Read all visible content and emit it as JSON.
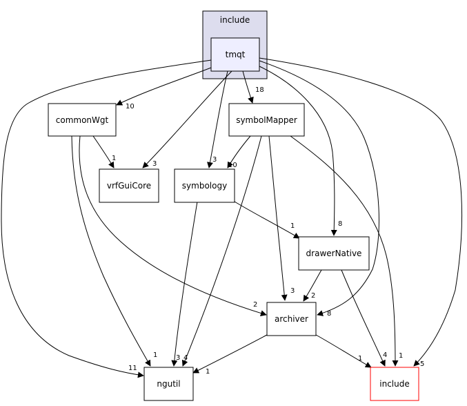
{
  "cluster": {
    "label": "include"
  },
  "nodes": {
    "tmqt": {
      "label": "tmqt",
      "border": "#000000",
      "fill": "#eeeeff"
    },
    "commonWgt": {
      "label": "commonWgt",
      "border": "#000000",
      "fill": "#ffffff"
    },
    "symbolMapper": {
      "label": "symbolMapper",
      "border": "#000000",
      "fill": "#ffffff"
    },
    "vrfGuiCore": {
      "label": "vrfGuiCore",
      "border": "#000000",
      "fill": "#ffffff"
    },
    "symbology": {
      "label": "symbology",
      "border": "#000000",
      "fill": "#ffffff"
    },
    "drawerNative": {
      "label": "drawerNative",
      "border": "#000000",
      "fill": "#ffffff"
    },
    "archiver": {
      "label": "archiver",
      "border": "#000000",
      "fill": "#ffffff"
    },
    "ngutil": {
      "label": "ngutil",
      "border": "#000000",
      "fill": "#ffffff"
    },
    "include_ext": {
      "label": "include",
      "border": "#ff0000",
      "fill": "#ffffff"
    }
  },
  "edges": [
    {
      "from": "tmqt",
      "to": "commonWgt",
      "label": "10"
    },
    {
      "from": "tmqt",
      "to": "symbolMapper",
      "label": "18"
    },
    {
      "from": "tmqt",
      "to": "vrfGuiCore",
      "label": "3"
    },
    {
      "from": "tmqt",
      "to": "symbology",
      "label": "3"
    },
    {
      "from": "tmqt",
      "to": "drawerNative",
      "label": "8"
    },
    {
      "from": "tmqt",
      "to": "archiver",
      "label": "8"
    },
    {
      "from": "tmqt",
      "to": "ngutil",
      "label": "11"
    },
    {
      "from": "tmqt",
      "to": "include_ext",
      "label": "5"
    },
    {
      "from": "commonWgt",
      "to": "vrfGuiCore",
      "label": "1"
    },
    {
      "from": "commonWgt",
      "to": "archiver",
      "label": "2"
    },
    {
      "from": "commonWgt",
      "to": "ngutil",
      "label": "1"
    },
    {
      "from": "symbolMapper",
      "to": "symbology",
      "label": "10"
    },
    {
      "from": "symbolMapper",
      "to": "archiver",
      "label": "3"
    },
    {
      "from": "symbolMapper",
      "to": "ngutil",
      "label": "4"
    },
    {
      "from": "symbolMapper",
      "to": "include_ext",
      "label": "1"
    },
    {
      "from": "symbology",
      "to": "drawerNative",
      "label": "1"
    },
    {
      "from": "symbology",
      "to": "ngutil",
      "label": "3"
    },
    {
      "from": "drawerNative",
      "to": "archiver",
      "label": "2"
    },
    {
      "from": "drawerNative",
      "to": "include_ext",
      "label": "4"
    },
    {
      "from": "archiver",
      "to": "ngutil",
      "label": "1"
    },
    {
      "from": "archiver",
      "to": "include_ext",
      "label": "1"
    }
  ],
  "colors": {
    "cluster_fill": "#ddddee",
    "cluster_border": "#000000",
    "edge": "#000000"
  }
}
